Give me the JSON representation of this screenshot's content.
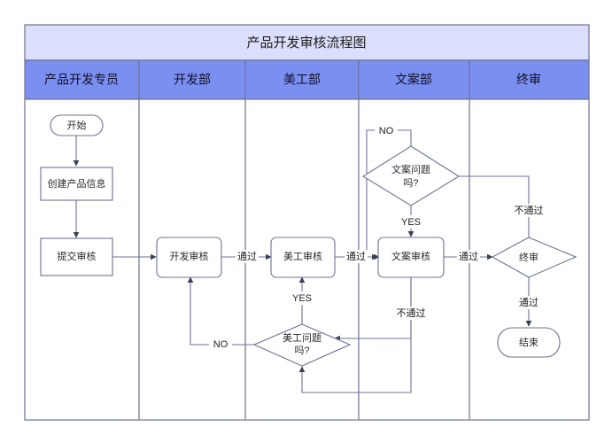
{
  "diagram": {
    "title": "产品开发审核流程图",
    "colors": {
      "title_bg": "#dcdffb",
      "lane_header_bg": "#7b8ff0",
      "border": "#6b7394",
      "shape_fill": "#ffffff",
      "canvas_bg": "#ffffff"
    },
    "lanes": [
      {
        "id": "lane-product",
        "label": "产品开发专员"
      },
      {
        "id": "lane-dev",
        "label": "开发部"
      },
      {
        "id": "lane-art",
        "label": "美工部"
      },
      {
        "id": "lane-copy",
        "label": "文案部"
      },
      {
        "id": "lane-final",
        "label": "终审"
      }
    ],
    "nodes": [
      {
        "id": "start",
        "label": "开始",
        "shape": "terminator",
        "lane": "lane-product"
      },
      {
        "id": "create-info",
        "label": "创建产品信息",
        "shape": "process",
        "lane": "lane-product"
      },
      {
        "id": "submit",
        "label": "提交审核",
        "shape": "process",
        "lane": "lane-product"
      },
      {
        "id": "dev-review",
        "label": "开发审核",
        "shape": "rounded",
        "lane": "lane-dev"
      },
      {
        "id": "art-review",
        "label": "美工审核",
        "shape": "rounded",
        "lane": "lane-art"
      },
      {
        "id": "art-issue",
        "label_line1": "美工问题",
        "label_line2": "吗?",
        "shape": "decision",
        "lane": "lane-art"
      },
      {
        "id": "copy-review",
        "label": "文案审核",
        "shape": "rounded",
        "lane": "lane-copy"
      },
      {
        "id": "copy-issue",
        "label_line1": "文案问题",
        "label_line2": "吗?",
        "shape": "decision",
        "lane": "lane-copy"
      },
      {
        "id": "final-review",
        "label": "终审",
        "shape": "decision",
        "lane": "lane-final"
      },
      {
        "id": "end",
        "label": "结束",
        "shape": "terminator",
        "lane": "lane-final"
      }
    ],
    "edge_labels": [
      {
        "id": "dev-to-art",
        "label": "通过",
        "from": "dev-review",
        "to": "art-review"
      },
      {
        "id": "art-to-copy",
        "label": "通过",
        "from": "art-review",
        "to": "copy-review"
      },
      {
        "id": "copy-to-final",
        "label": "通过",
        "from": "copy-review",
        "to": "final-review"
      },
      {
        "id": "art-issue-yes",
        "label": "YES",
        "from": "art-issue",
        "to": "art-review"
      },
      {
        "id": "art-issue-no",
        "label": "NO",
        "from": "art-issue",
        "to": "dev-review"
      },
      {
        "id": "copy-issue-yes",
        "label": "YES",
        "from": "copy-issue",
        "to": "copy-review"
      },
      {
        "id": "copy-issue-no",
        "label": "NO",
        "from": "copy-issue",
        "to": "copy-review"
      },
      {
        "id": "copy-reject",
        "label": "不通过",
        "from": "copy-review",
        "to": "art-issue"
      },
      {
        "id": "final-reject",
        "label": "不通过",
        "from": "final-review",
        "to": "copy-issue"
      },
      {
        "id": "final-pass",
        "label": "通过",
        "from": "final-review",
        "to": "end"
      }
    ]
  }
}
